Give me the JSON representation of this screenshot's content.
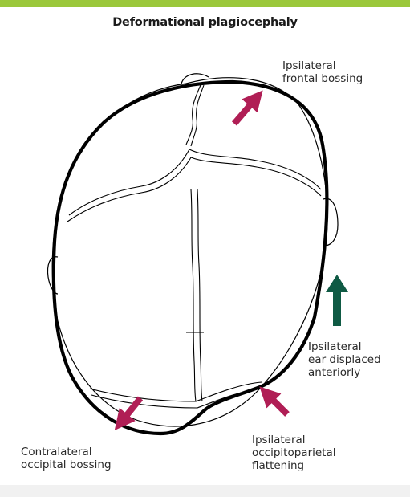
{
  "figure": {
    "title": "Deformational plagiocephaly",
    "colors": {
      "header_bar": "#9bc83b",
      "arrow_bossing": "#b01e55",
      "arrow_ear": "#0f5a44",
      "outline": "#000000"
    }
  },
  "labels": {
    "frontal_bossing": {
      "line1": "Ipsilateral",
      "line2": "frontal bossing"
    },
    "ear_displaced": {
      "line1": "Ipsilateral",
      "line2": "ear displaced",
      "line3": "anteriorly"
    },
    "contralateral_bossing": {
      "line1": "Contralateral",
      "line2": "occipital bossing"
    },
    "occipitoparietal_flattening": {
      "line1": "Ipsilateral",
      "line2": "occipitoparietal",
      "line3": "flattening"
    }
  }
}
